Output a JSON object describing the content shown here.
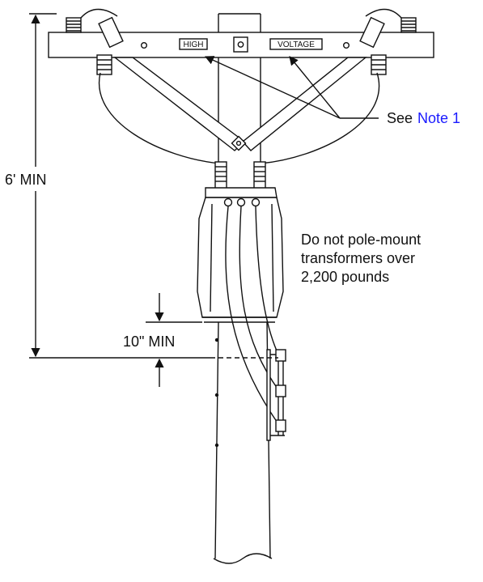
{
  "labels": {
    "high": "HIGH",
    "voltage": "VOLTAGE",
    "see": "See",
    "note_link": "Note 1",
    "min_6ft": "6' MIN",
    "min_10in": "10\" MIN",
    "note_line1": "Do not pole-mount",
    "note_line2": "transformers over",
    "note_line3": "2,200 pounds"
  }
}
